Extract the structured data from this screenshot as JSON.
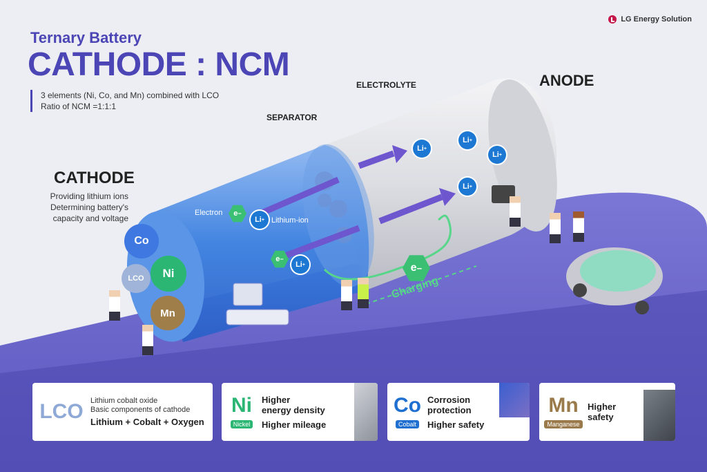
{
  "brand": {
    "name": "LG Energy Solution"
  },
  "header": {
    "subtitle": "Ternary Battery",
    "title": "CATHODE : NCM",
    "desc_lines": [
      "3 elements (Ni, Co, and Mn) combined with LCO",
      "Ratio of NCM =1:1:1"
    ]
  },
  "labels": {
    "electrolyte": "ELECTROLYTE",
    "separator": "SEPARATOR",
    "anode": "ANODE",
    "cathode": "CATHODE",
    "cathode_desc": [
      "Providing lithium ions",
      "Determining battery's",
      "capacity and voltage"
    ],
    "electron": "Electron",
    "lithium_ion": "Lithium-ion",
    "charging": "Charging"
  },
  "symbols": {
    "li": "Li",
    "plus": "+",
    "e": "e",
    "minus": "−",
    "co": "Co",
    "ni": "Ni",
    "lco": "LCO",
    "mn": "Mn"
  },
  "cards": {
    "lco": {
      "symbol": "LCO",
      "line1": "Lithium cobalt oxide",
      "line2": "Basic components of cathode",
      "line3": "Lithium + Cobalt + Oxygen"
    },
    "ni": {
      "symbol": "Ni",
      "tag": "Nickel",
      "line1": "Higher",
      "line2": "energy density",
      "line3": "Higher mileage"
    },
    "co": {
      "symbol": "Co",
      "tag": "Cobalt",
      "line1": "Corrosion",
      "line2": "protection",
      "line3": "Higher safety"
    },
    "mn": {
      "symbol": "Mn",
      "tag": "Manganese",
      "line1": "Higher",
      "line2": "safety"
    }
  },
  "colors": {
    "brand": "#4c45b5",
    "cathode_blue": "#1c78d3",
    "electron_green": "#3bbf73",
    "nickel_green": "#2bb673",
    "cobalt_blue": "#1f6fd1",
    "manganese_brown": "#9a7a4a",
    "floor_purple": "#5a55bd"
  }
}
